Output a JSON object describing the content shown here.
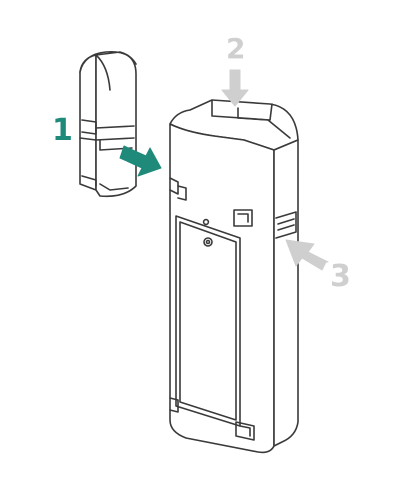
{
  "steps": [
    {
      "label": "1",
      "color": "#1f8a7a"
    },
    {
      "label": "2",
      "color": "#cfcfcf"
    },
    {
      "label": "3",
      "color": "#cfcfcf"
    }
  ],
  "colors": {
    "outline": "#3a3a3a",
    "arrow_active": "#1f8a7a",
    "arrow_inactive": "#cfcfcf",
    "background": "#ffffff"
  },
  "icons": {
    "small_module": "cap-module-icon",
    "large_module": "device-housing-icon",
    "arrow_1": "insert-arrow-icon",
    "arrow_2": "press-down-arrow-icon",
    "arrow_3": "press-side-arrow-icon"
  }
}
